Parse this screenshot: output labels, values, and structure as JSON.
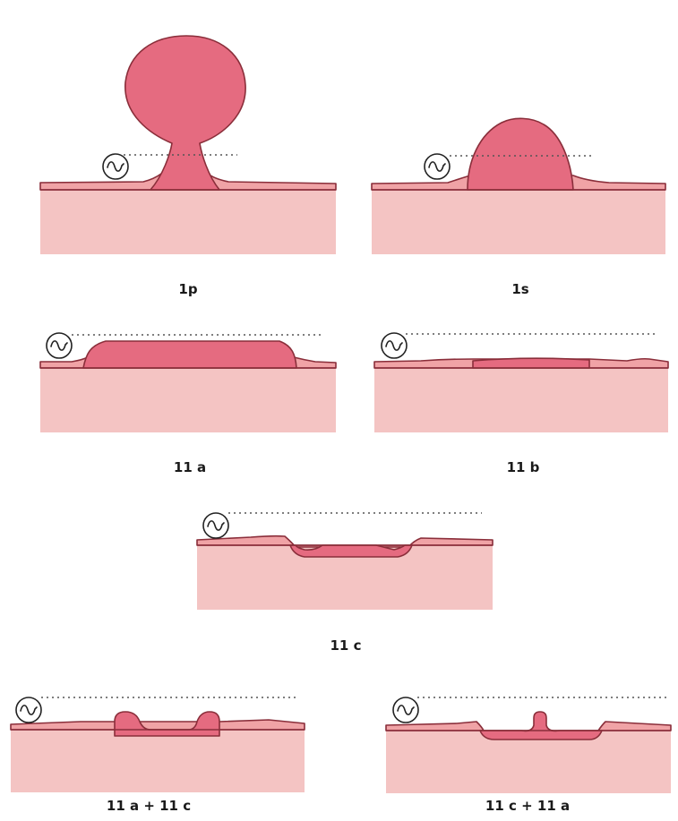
{
  "panels": [
    {
      "id": "1p",
      "label": "1p"
    },
    {
      "id": "1s",
      "label": "1s"
    },
    {
      "id": "11a",
      "label": "11 a"
    },
    {
      "id": "11b",
      "label": "11 b"
    },
    {
      "id": "11c",
      "label": "11 c"
    },
    {
      "id": "11a11c",
      "label": "11 a + 11 c"
    },
    {
      "id": "11c11a",
      "label": "11 c + 11 a"
    }
  ],
  "colors": {
    "mucosa": "#f4c4c3",
    "surface": "#f0a3a6",
    "lesion": "#e56b80",
    "outline": "#8a2e3a"
  },
  "icons": [
    "endoscope-probe-icon"
  ]
}
